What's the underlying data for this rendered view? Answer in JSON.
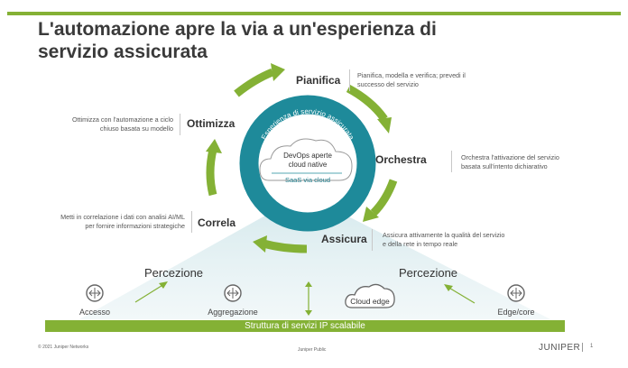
{
  "title": {
    "line1": "L'automazione apre la via a un'esperienza di",
    "line2": "servizio assicurata"
  },
  "ring": {
    "arc_text": "Esperienza di servizio assicurata",
    "cloud_line1": "DevOps aperte",
    "cloud_line2": "cloud native",
    "saas": "SaaS via cloud"
  },
  "stages": {
    "pianifica": {
      "label": "Pianifica",
      "desc_line1": "Pianifica, modella e verifica; prevedi il",
      "desc_line2": "successo del servizio"
    },
    "orchestra": {
      "label": "Orchestra",
      "desc_line1": "Orchestra l'attivazione del servizio",
      "desc_line2": "basata sull'intento dichiarativo"
    },
    "assicura": {
      "label": "Assicura",
      "desc_line1": "Assicura attivamente la qualità del servizio",
      "desc_line2": "e della rete in tempo reale"
    },
    "correla": {
      "label": "Correla",
      "desc_line1": "Metti in correlazione i dati con analisi AI/ML",
      "desc_line2": "per fornire informazioni strategiche"
    },
    "ottimizza": {
      "label": "Ottimizza",
      "desc_line1": "Ottimizza con l'automazione a ciclo",
      "desc_line2": "chiuso basata su modello"
    }
  },
  "perception_left": "Percezione",
  "perception_right": "Percezione",
  "nodes": {
    "accesso": "Accesso",
    "aggregazione": "Aggregazione",
    "cloud_edge": "Cloud edge",
    "edge_core": "Edge/core"
  },
  "base_label": "Struttura di servizi IP scalabile",
  "footer": {
    "copyright": "© 2021 Juniper Networks",
    "classification": "Juniper Public",
    "logo": "JUNIPER",
    "page": "1"
  },
  "colors": {
    "green": "#84b135",
    "teal": "#1e8a9a",
    "light_teal": "#cfe6ea"
  }
}
